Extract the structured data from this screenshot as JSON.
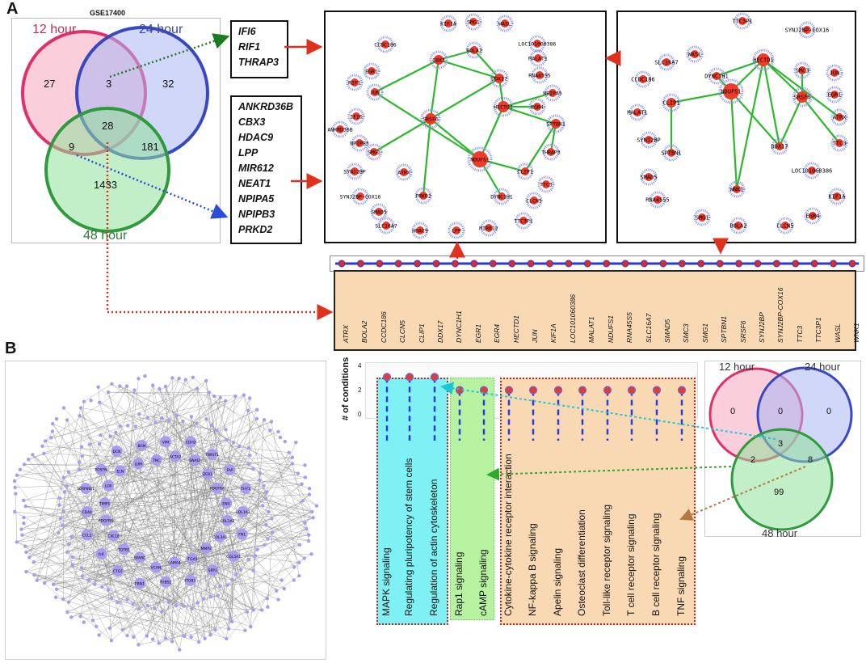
{
  "panel_a": {
    "letter": "A",
    "dataset": "GSE17400",
    "venn": {
      "labels": {
        "h12": "12 hour",
        "h24": "24 hour",
        "h48": "48 hour"
      },
      "counts": {
        "only12": "27",
        "only24": "32",
        "only48": "1433",
        "i12_24": "3",
        "i12_48": "9",
        "i24_48": "181",
        "all": "28"
      },
      "colors": {
        "h12": "#e0306a",
        "h24": "#3a48c0",
        "h48": "#2f9a3c"
      }
    },
    "genes_12_24": [
      "IFI6",
      "RIF1",
      "THRAP3"
    ],
    "genes_12_48": [
      "ANKRD36B",
      "CBX3",
      "HDAC9",
      "LPP",
      "MIR612",
      "NEAT1",
      "NPIPA5",
      "NPIPB3",
      "PRKD2"
    ],
    "network_left_nodes": [
      "KIF1A",
      "SMG1",
      "WASL",
      "LOC101060386",
      "CCDC186",
      "EGR1",
      "BOLA2",
      "MALAT1",
      "CBX3",
      "RNA45S5",
      "DDX17",
      "RIF1",
      "JUN",
      "NPIPA5",
      "IFI6",
      "HECTD1",
      "EGR4",
      "ANKRD36B",
      "SRSF6",
      "SPTBN1",
      "NPIPB3",
      "SMG1",
      "THRAP3",
      "SYNJ2BP",
      "NDUFS1",
      "ATRX",
      "CLIP1",
      "TTC3",
      "SYNJ2BP-COX16",
      "PRKD2",
      "DYNC1H1",
      "CLCN5",
      "SMAD5",
      "TTC3P1",
      "SLC16A7",
      "HDAC9",
      "LPP",
      "MIR612"
    ],
    "network_right_nodes": [
      "TTC3P1",
      "WASL",
      "SYNJ2BP-COX16",
      "SLC16A7",
      "DYNC1H1",
      "HECTD1",
      "SMC3",
      "JUN",
      "CCDC186",
      "EGR1",
      "NDUFS1",
      "SRSF6",
      "MALAT1",
      "CLIP1",
      "ATRX",
      "TTC3",
      "SYNJ2BP",
      "SPTBN1",
      "DDX17",
      "LOC101060386",
      "SMAD5",
      "RNA45S5",
      "WNK1",
      "KIF1A",
      "SMG1",
      "BOLA2",
      "CLCN5",
      "EGR4"
    ],
    "gene_bar": [
      "ATRX",
      "BOLA2",
      "CCDC186",
      "CLCN5",
      "CLIP1",
      "DDX17",
      "DYNC1H1",
      "EGR1",
      "EGR4",
      "HECTD1",
      "JUN",
      "KIF1A",
      "LOC101060386",
      "MALAT1",
      "NDUFS1",
      "RNA45S5",
      "SLC16A7",
      "SMAD5",
      "SMC3",
      "SMG1",
      "SPTBN1",
      "SRSF6",
      "SYNJ2BP",
      "SYNJ2BP-COX16",
      "TTC3",
      "TTC3P1",
      "WASL",
      "WNK1"
    ]
  },
  "panel_b": {
    "letter": "B",
    "ylabel": "# of conditions",
    "yticks": [
      "4",
      "2",
      "0"
    ],
    "pathways": [
      {
        "name": "MAPK signaling",
        "value": 3,
        "group": "cyan"
      },
      {
        "name": "Regulating pluripotency of stem cells",
        "value": 3,
        "group": "cyan"
      },
      {
        "name": "Regulation of actin cytoskeleton",
        "value": 3,
        "group": "cyan"
      },
      {
        "name": "Rap1 signaling",
        "value": 2,
        "group": "green"
      },
      {
        "name": "cAMP signaling",
        "value": 2,
        "group": "green"
      },
      {
        "name": "Cytokine-cytokine receptor interaction",
        "value": 2,
        "group": "orange"
      },
      {
        "name": "NF-kappa B signaling",
        "value": 2,
        "group": "orange"
      },
      {
        "name": "Apelin signaling",
        "value": 2,
        "group": "orange"
      },
      {
        "name": "Osteoclast differentiation",
        "value": 2,
        "group": "orange"
      },
      {
        "name": "Toll-like receptor signaling",
        "value": 2,
        "group": "orange"
      },
      {
        "name": "T cell receptor signaling",
        "value": 2,
        "group": "orange"
      },
      {
        "name": "B cell receptor signaling",
        "value": 2,
        "group": "orange"
      },
      {
        "name": "TNF signaling",
        "value": 2,
        "group": "orange"
      }
    ],
    "venn": {
      "labels": {
        "h12": "12 hour",
        "h24": "24 hour",
        "h48": "48 hour"
      },
      "counts": {
        "only12": "0",
        "only24": "0",
        "only48": "99",
        "i12_24": "0",
        "i12_48": "2",
        "i24_48": "8",
        "all": "3"
      }
    },
    "network_nodes": [
      "COL1A1",
      "COL1A2",
      "FN1",
      "COL3A1",
      "COL5A1",
      "MMP2",
      "SPP1",
      "ITGA5",
      "ITGB1",
      "LAMA4",
      "THBS1",
      "VCAN",
      "FBN1",
      "SPARC",
      "CTGF",
      "TGFB1",
      "IL6",
      "CXCL8",
      "CCL2",
      "PDGFRB",
      "CD44",
      "TIMP1",
      "SERPINE1",
      "LOX",
      "POSTN",
      "ELN",
      "DCN",
      "LUM",
      "BGN",
      "TNC",
      "VIM",
      "ACTA2",
      "CDH2",
      "SNAI2",
      "TWIST1",
      "ZEB1",
      "FAP",
      "PDGFRA",
      "THY1",
      "ENG"
    ]
  },
  "chart_data": {
    "type": "scatter",
    "title": "",
    "xlabel": "",
    "ylabel": "# of conditions",
    "ylim": [
      0,
      4
    ],
    "categories": [
      "MAPK signaling",
      "Regulating pluripotency of stem cells",
      "Regulation of actin cytoskeleton",
      "Rap1 signaling",
      "cAMP signaling",
      "Cytokine-cytokine receptor interaction",
      "NF-kappa B signaling",
      "Apelin signaling",
      "Osteoclast differentiation",
      "Toll-like receptor signaling",
      "T cell receptor signaling",
      "B cell receptor signaling",
      "TNF signaling"
    ],
    "values": [
      3,
      3,
      3,
      2,
      2,
      2,
      2,
      2,
      2,
      2,
      2,
      2,
      2
    ]
  }
}
